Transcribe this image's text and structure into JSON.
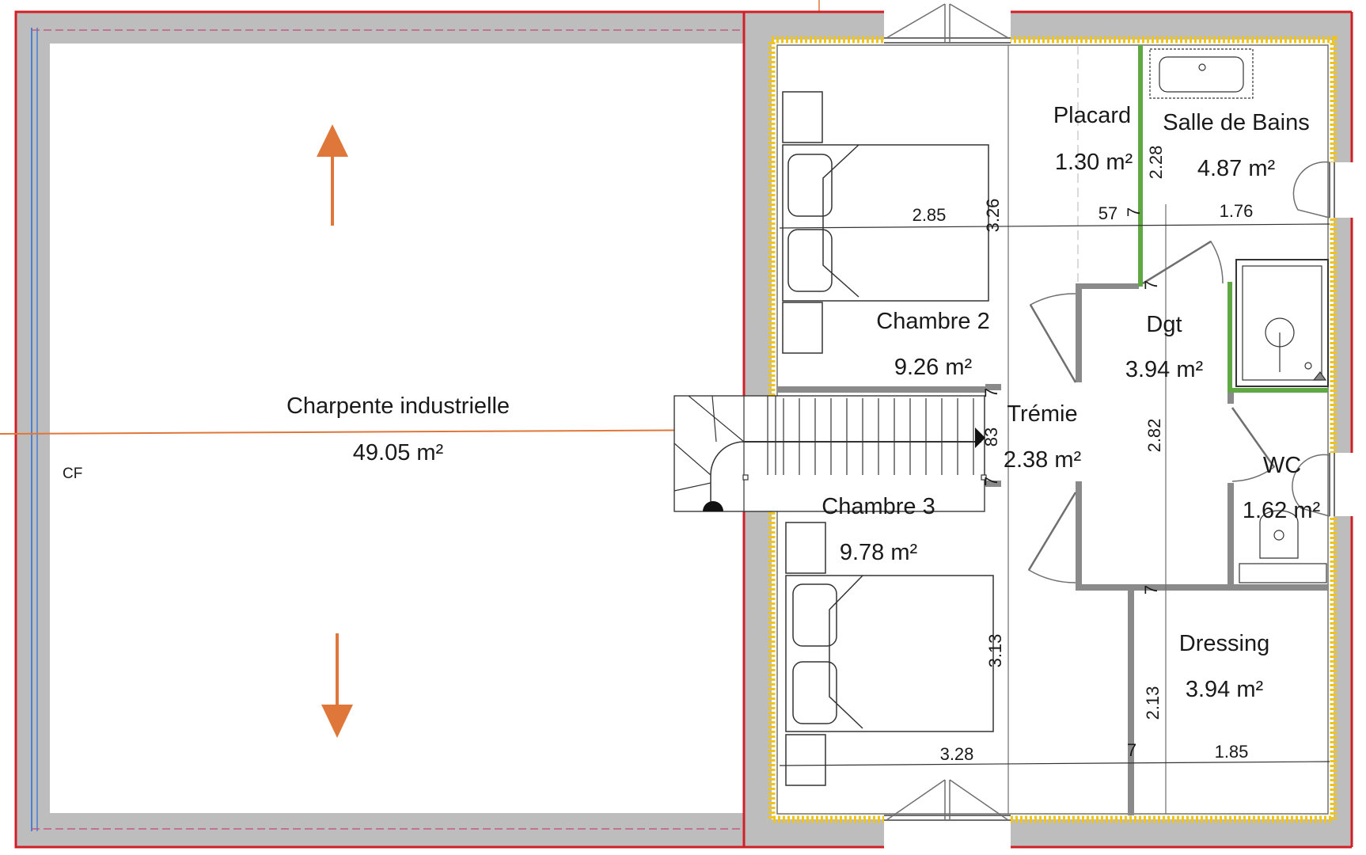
{
  "plan": {
    "attic": {
      "name": "Charpente industrielle",
      "area": "49.05 m²",
      "code": "CF"
    },
    "rooms": {
      "chambre2": {
        "name": "Chambre 2",
        "area": "9.26 m²"
      },
      "placard": {
        "name": "Placard",
        "area": "1.30 m²"
      },
      "sdb": {
        "name": "Salle de Bains",
        "area": "4.87 m²"
      },
      "dgt": {
        "name": "Dgt",
        "area": "3.94 m²"
      },
      "tremie": {
        "name": "Trémie",
        "area": "2.38 m²"
      },
      "wc": {
        "name": "WC",
        "area": "1.62 m²"
      },
      "chambre3": {
        "name": "Chambre 3",
        "area": "9.78 m²"
      },
      "dressing": {
        "name": "Dressing",
        "area": "3.94 m²"
      }
    },
    "dimensions": {
      "d285": "2.85",
      "d326": "3.26",
      "d57": "57",
      "d7a": "7",
      "d176": "1.76",
      "d228": "2.28",
      "d282": "2.82",
      "d83": "83",
      "d7b": "7",
      "d7c": "7",
      "d7d": "7",
      "d313": "3.13",
      "d328": "3.28",
      "d213": "2.13",
      "d7e": "7",
      "d185": "1.85",
      "d7f": "7"
    },
    "colors": {
      "outer_wall": "#d21f26",
      "wall_fill": "#bdbdbd",
      "insulation": "#f0c419",
      "arrow": "#e0773a",
      "partition_green": "#5fa843",
      "interior_wall": "#8a8a8a",
      "blue_line": "#4a7fd4"
    }
  }
}
